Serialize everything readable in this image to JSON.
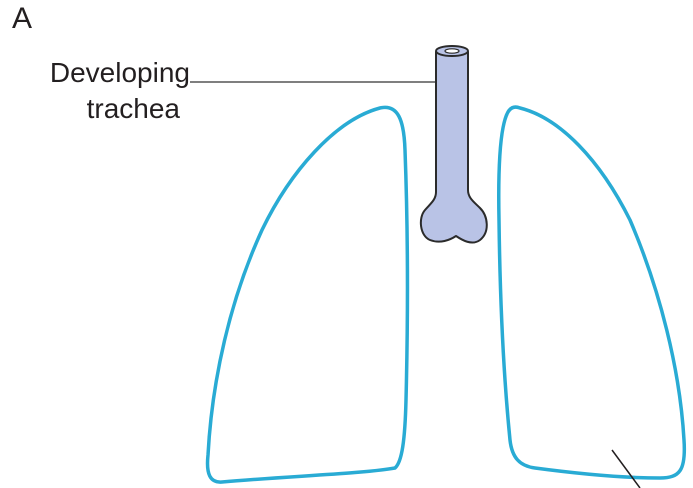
{
  "panel": {
    "letter": "A"
  },
  "labels": {
    "trachea_line1": "Developing",
    "trachea_line2": "trachea"
  },
  "colors": {
    "lung_outline": "#29abd4",
    "trachea_fill": "#b9c3e6",
    "trachea_stroke": "#2b2b2b",
    "text": "#231f20",
    "leader_line": "#555555"
  },
  "icons": {
    "left_lung": "left-lung-outline-icon",
    "right_lung": "right-lung-outline-icon",
    "trachea": "trachea-bud-icon"
  }
}
